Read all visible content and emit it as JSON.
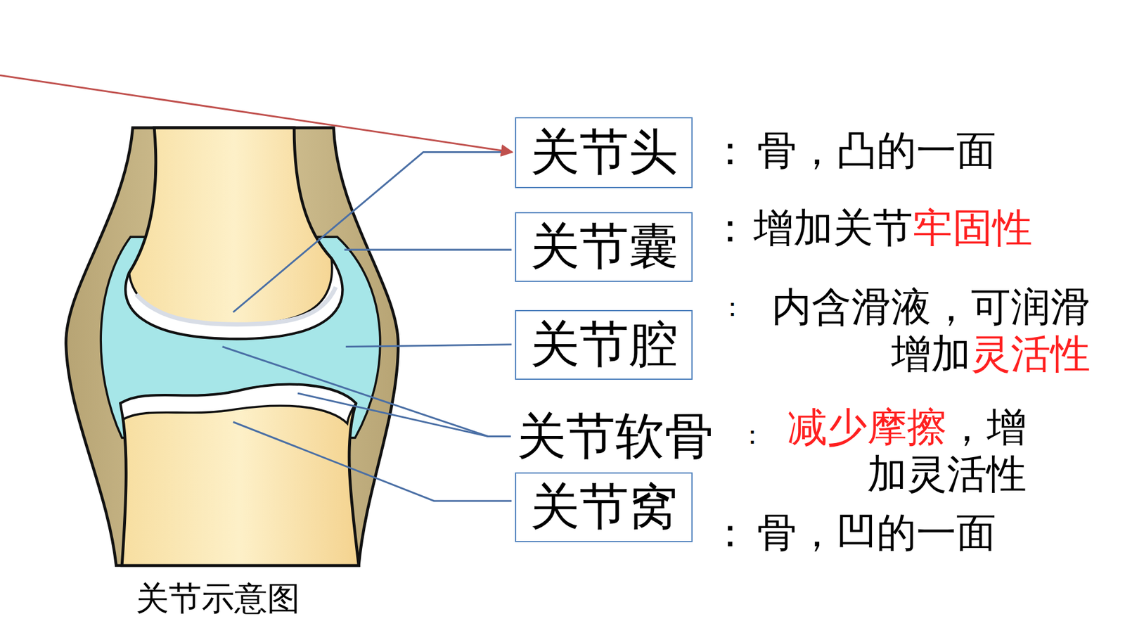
{
  "diagram": {
    "caption": "关节示意图",
    "nodes": [
      {
        "text": [
          "关节头"
        ]
      },
      {
        "text": [
          "关节囊"
        ]
      },
      {
        "text": [
          "关节腔"
        ]
      },
      {
        "text": [
          "关节窝"
        ]
      }
    ],
    "labels": [
      "：",
      "骨，凸的一面",
      "：",
      "增加关节",
      "牢固性",
      "：",
      "内含滑液，可润滑增加",
      "灵活性",
      "关节软骨",
      "：",
      "减少摩擦",
      "，增加灵活性",
      "：",
      "骨，凹的一面"
    ]
  }
}
